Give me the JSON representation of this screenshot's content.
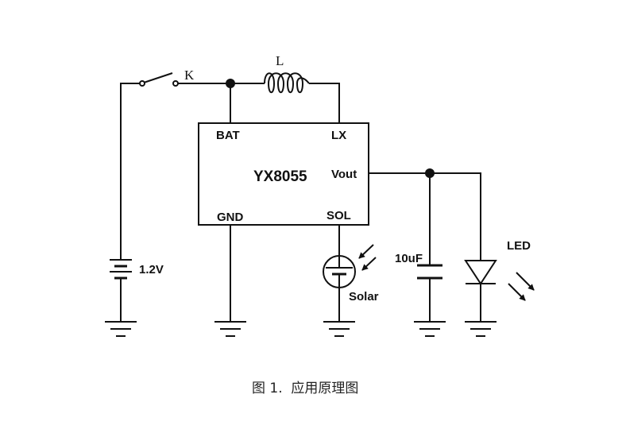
{
  "switch_label": "K",
  "inductor_label": "L",
  "chip": {
    "name": "YX8055",
    "pins": {
      "bat": "BAT",
      "lx": "LX",
      "vout": "Vout",
      "gnd": "GND",
      "sol": "SOL"
    }
  },
  "battery_label": "1.2V",
  "solar_label": "Solar",
  "capacitor_label": "10uF",
  "led_label": "LED",
  "caption": "图 1.  应用原理图"
}
